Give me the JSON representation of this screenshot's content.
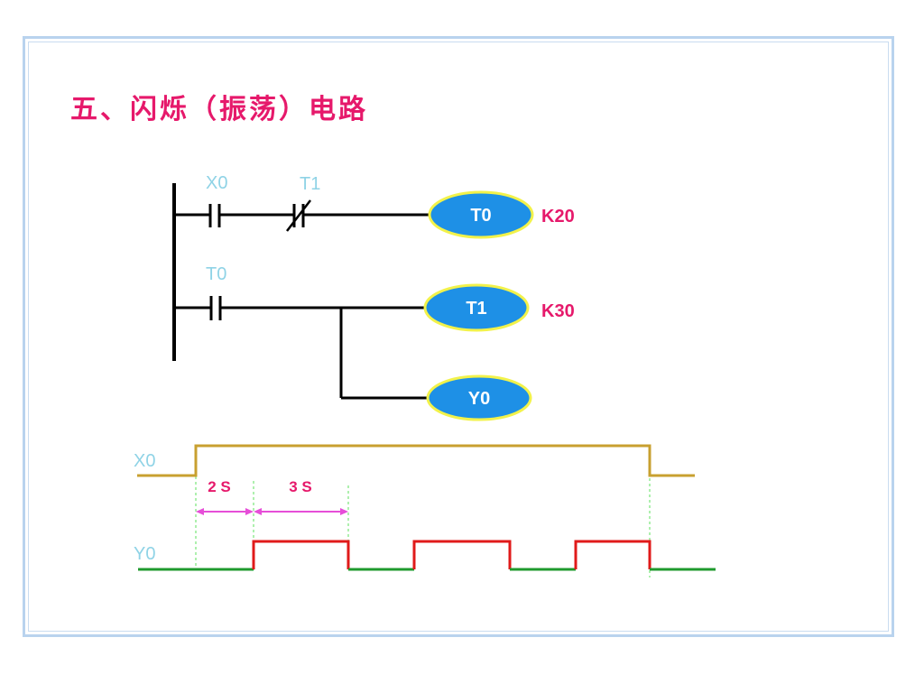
{
  "title": "五、闪烁（振荡）电路",
  "ladder": {
    "rung1": {
      "contact1_label": "X0",
      "contact2_label": "T1",
      "coil_label": "T0",
      "coil_setting": "K20"
    },
    "rung2": {
      "contact1_label": "T0",
      "coil1_label": "T1",
      "coil1_setting": "K30",
      "coil2_label": "Y0"
    }
  },
  "timing": {
    "x0_label": "X0",
    "y0_label": "Y0",
    "interval1_label": "2 S",
    "interval2_label": "3 S"
  },
  "colors": {
    "title": "#e6196b",
    "coil_fill": "#1e90e6",
    "coil_border": "#f2f24a",
    "x0_signal": "#c8a030",
    "y0_low": "#1f9a2e",
    "y0_high": "#e01a1a",
    "interval_arrow": "#e64ed8",
    "guide_line": "#5ee05e"
  }
}
